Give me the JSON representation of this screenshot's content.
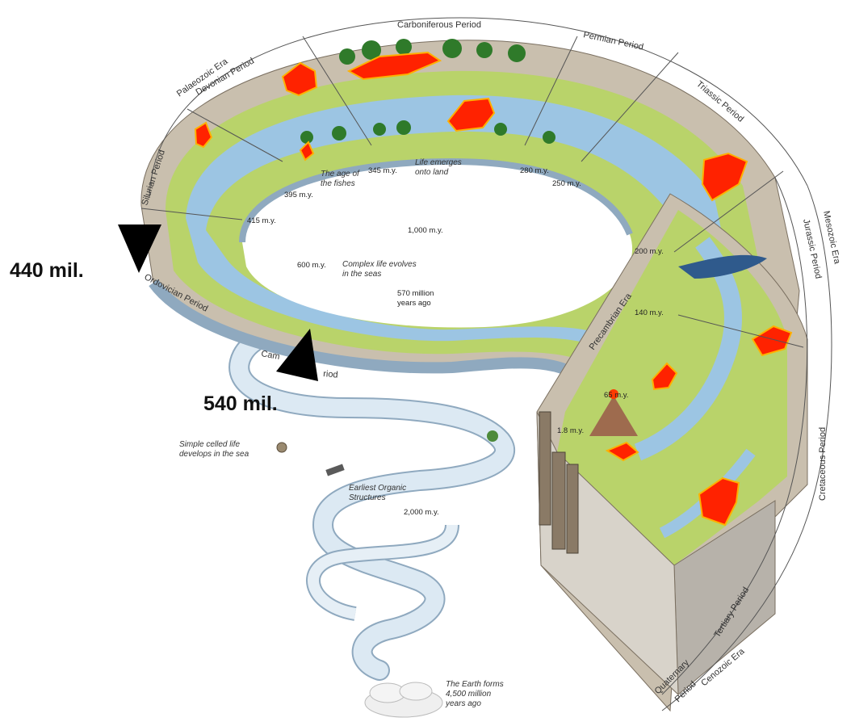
{
  "periods": {
    "carboniferous": "Carboniferous Period",
    "permian": "Permian Period",
    "palaeozoic": "Palaeozoic Era",
    "devonian": "Devonian Period",
    "triassic": "Triassic Period",
    "silurian": "Silurian Period",
    "mesozoic": "Mesozoic Era",
    "jurassic": "Jurassic Period",
    "ordovician": "Ordovician Period",
    "cambrian_partial_a": "Cam",
    "cambrian_partial_b": "riod",
    "precambrian": "Precambrian Era",
    "cretaceous": "Cretaceous Period",
    "tertiary": "Tertiary Period",
    "cenozoic": "Cenozoic Era",
    "quaternary_a": "Quaternary",
    "quaternary_b": "Period"
  },
  "ages": {
    "m345": "345 m.y.",
    "m280": "280 m.y.",
    "m250": "250 m.y.",
    "m395": "395 m.y.",
    "m415": "415 m.y.",
    "m1000": "1,000 m.y.",
    "m600": "600 m.y.",
    "m570a": "570 million",
    "m570b": "years ago",
    "m200": "200 m.y.",
    "m140": "140 m.y.",
    "m65": "65 m.y.",
    "m1_8": "1.8 m.y.",
    "m2000": "2,000 m.y."
  },
  "notes": {
    "fishes_a": "The age of",
    "fishes_b": "the fishes",
    "land_a": "Life emerges",
    "land_b": "onto land",
    "complex_a": "Complex life evolves",
    "complex_b": "in the seas",
    "simple_a": "Simple celled life",
    "simple_b": "develops in the sea",
    "organic_a": "Earliest Organic",
    "organic_b": "Structures",
    "earth_a": "The Earth forms",
    "earth_b": "4,500 million",
    "earth_c": "years ago"
  },
  "markers": {
    "m440": "440 mil.",
    "m540": "540 mil."
  },
  "colors": {
    "ribbon": "#cfe0ee",
    "ribbon_edge": "#8fa9bf",
    "water": "#9cc5e3",
    "land": "#b9d36a",
    "rock": "#c9bfae",
    "highlight": "#ff2200",
    "highlight_edge": "#ffb000",
    "marker": "#000000"
  }
}
